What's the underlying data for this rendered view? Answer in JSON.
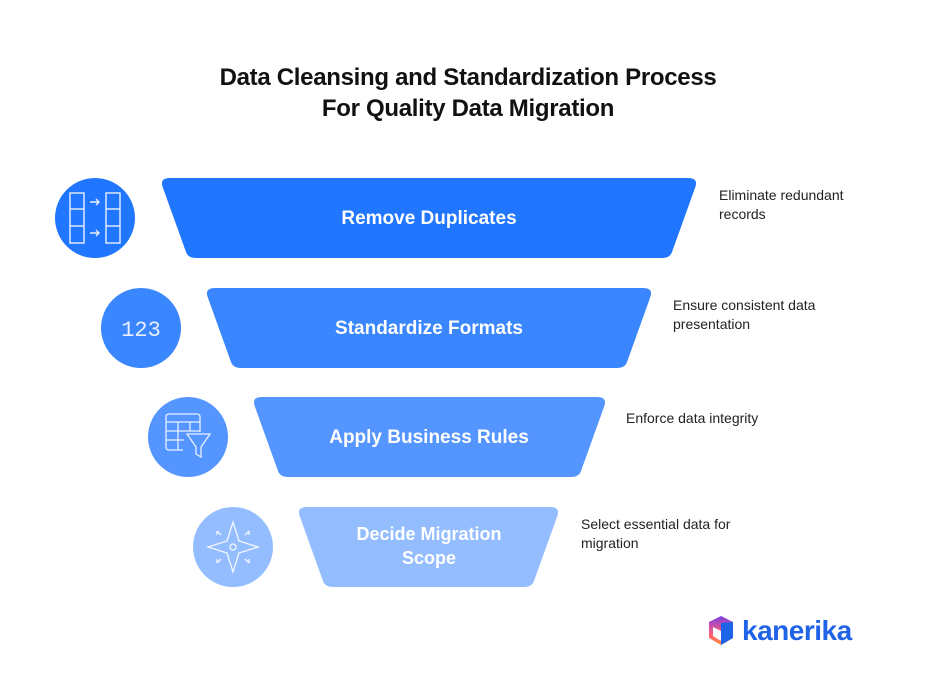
{
  "title": {
    "line1": "Data Cleansing and Standardization Process",
    "line2": "For Quality Data Migration"
  },
  "colors": {
    "step1": "#2176ff",
    "step2": "#3a86ff",
    "step3": "#5595ff",
    "step4": "#94bdff",
    "icon_stroke": "#e8f0ff",
    "description_text": "#222222",
    "logo_text": "#1f63e6"
  },
  "steps": [
    {
      "label": "Remove Duplicates",
      "description": "Eliminate redundant records",
      "icon": "move-columns-icon"
    },
    {
      "label": "Standardize Formats",
      "description": "Ensure consistent data presentation",
      "icon": "numbers-123-icon"
    },
    {
      "label": "Apply Business Rules",
      "description": "Enforce data integrity",
      "icon": "table-filter-icon"
    },
    {
      "label": "Decide Migration Scope",
      "description": "Select essential data for migration",
      "icon": "compass-star-icon"
    }
  ],
  "logo": {
    "text": "kanerika"
  }
}
